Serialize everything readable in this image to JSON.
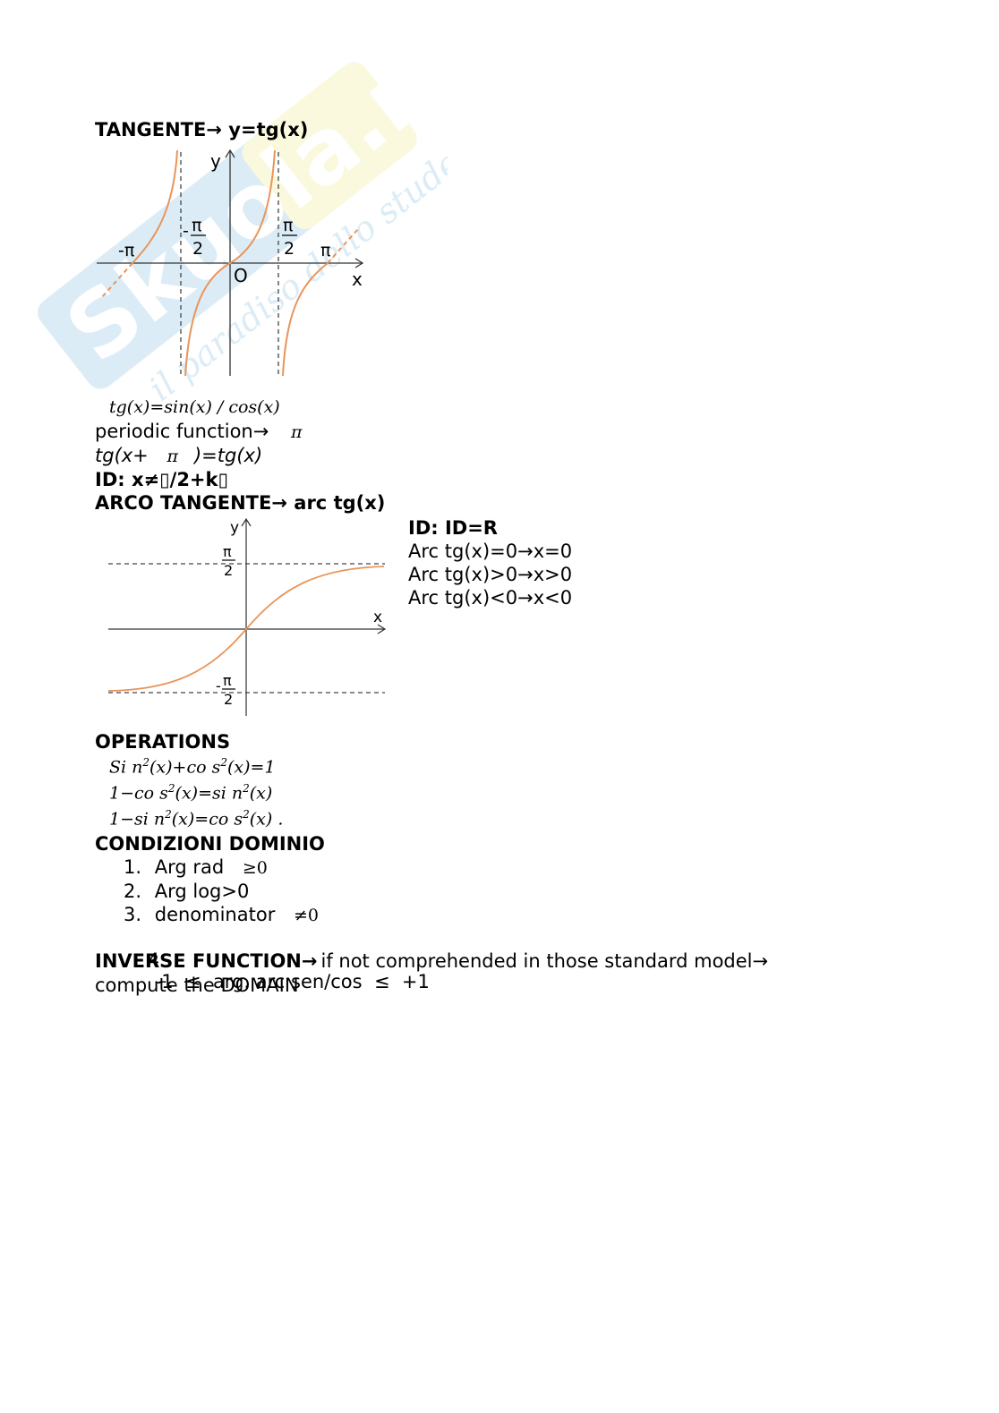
{
  "watermark": {
    "brand": "Skuola.net",
    "tagline": "il paradiso dello studente"
  },
  "tangent": {
    "heading_bold": "TANGENTE",
    "heading_arrow": "→",
    "heading_rest": "y=tg(x)",
    "graph": {
      "axis_y": "y",
      "axis_x": "x",
      "origin": "O",
      "neg_pi": "-π",
      "pi": "π",
      "neg_half_minus": "-",
      "half_num": "π",
      "half_den": "2",
      "pos_half_num": "π",
      "pos_half_den": "2"
    },
    "formula": "tg(x)=sin(x) / cos(x)",
    "periodic_label": "periodic function",
    "periodic_arrow": "→",
    "periodic_value": "π",
    "identity_left": "tg(x+",
    "identity_pi": "π",
    "identity_right": ")=tg(x)",
    "domain": "ID: x≠▯/2+k▯"
  },
  "arctan": {
    "heading_bold": "ARCO TANGENTE",
    "heading_arrow": "→",
    "heading_rest": "arc tg(x)",
    "graph": {
      "axis_y": "y",
      "axis_x": "x",
      "top_num": "π",
      "top_den": "2",
      "bot_minus": "-",
      "bot_num": "π",
      "bot_den": "2"
    },
    "notes_title": "ID: ID=R",
    "notes": [
      "Arc tg(x)=0→x=0",
      "Arc tg(x)>0→x>0",
      "Arc tg(x)<0→x<0"
    ]
  },
  "operations": {
    "heading": "OPERATIONS",
    "lines": [
      {
        "left": "Si n",
        "sup1": "2",
        "mid": "(x)+co s",
        "sup2": "2",
        "right": "(x)=1"
      },
      {
        "left": "1−co s",
        "sup1": "2",
        "mid": "(x)=si n",
        "sup2": "2",
        "right": "(x)"
      },
      {
        "left": "1−si n",
        "sup1": "2",
        "mid": "(x)=co s",
        "sup2": "2",
        "right": "(x)  ."
      }
    ]
  },
  "conditions": {
    "heading": "CONDIZIONI DOMINIO",
    "items": [
      {
        "num": "1.",
        "text": "Arg rad",
        "math": "≥0"
      },
      {
        "num": "2.",
        "text": "Arg log>0",
        "math": ""
      },
      {
        "num": "3.",
        "text": "denominator",
        "math": "≠0"
      },
      {
        "num": "4.",
        "text": "-1  ≤  arg. arc sen/cos  ≤  +1",
        "math": ""
      }
    ]
  },
  "inverse": {
    "heading_bold": "INVERSE FUNCTION",
    "heading_arrow": "→",
    "text": "if not comprehended in those standard model→",
    "text2": "compute the DOMAIN"
  },
  "colors": {
    "curve": "#e8955a",
    "axis": "#333333",
    "dash": "#444444",
    "watermark_blue": "#9ccbe8",
    "watermark_yellow": "#f4eea0"
  }
}
